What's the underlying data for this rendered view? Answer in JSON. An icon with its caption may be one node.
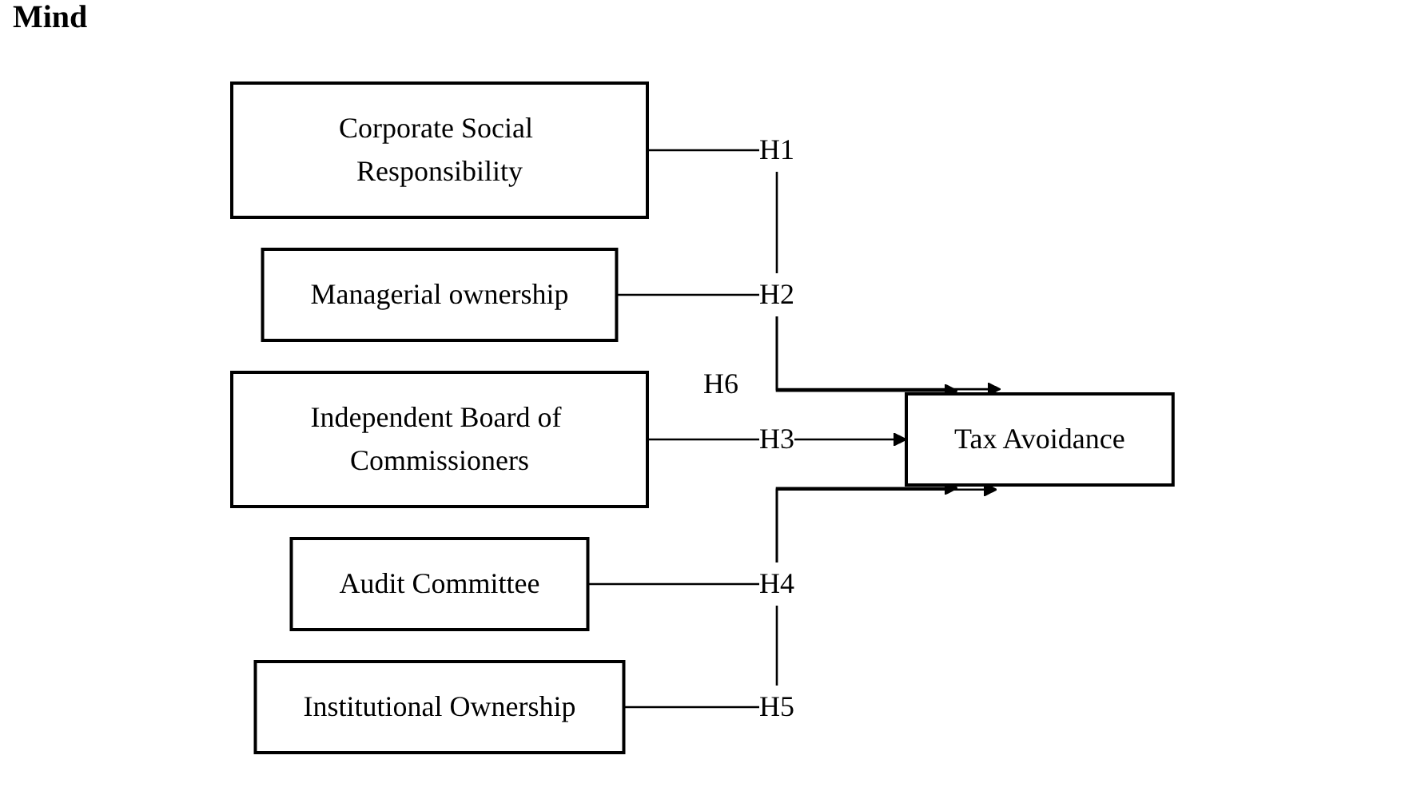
{
  "diagram": {
    "title": "Mind",
    "nodes": [
      {
        "text": [
          "Corporate Social Responsibility"
        ]
      },
      {
        "text": [
          "Managerial ownership"
        ]
      },
      {
        "text": [
          "Independent Board of Commissioners"
        ]
      },
      {
        "text": [
          "Audit Committee"
        ]
      },
      {
        "text": [
          "Institutional Ownership"
        ]
      },
      {
        "text": [
          "Tax Avoidance"
        ]
      }
    ],
    "edges": [
      {
        "from": 0,
        "to": 5,
        "arrow": "to",
        "label": "H1"
      },
      {
        "from": 1,
        "to": 5,
        "arrow": "to",
        "label": "H2"
      },
      {
        "from": 2,
        "to": 5,
        "arrow": "to",
        "label": "H3"
      },
      {
        "from": 3,
        "to": 5,
        "arrow": "to",
        "label": "H4"
      },
      {
        "from": 4,
        "to": 5,
        "arrow": "to",
        "label": "H5"
      }
    ],
    "labels": [
      "H6"
    ]
  }
}
